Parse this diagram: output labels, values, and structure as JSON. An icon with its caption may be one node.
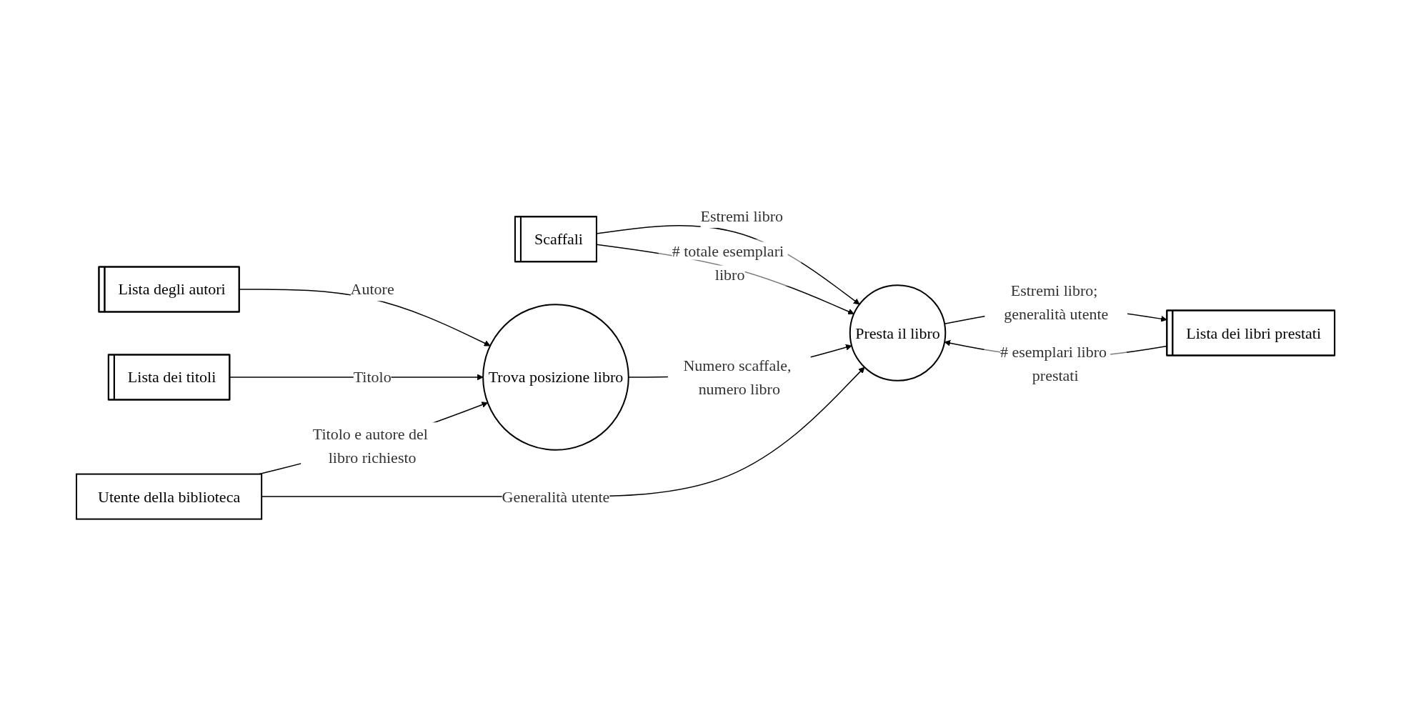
{
  "diagram": {
    "nodes": [
      {
        "text": [
          "Scaffali"
        ]
      },
      {
        "text": [
          "Presta il libro"
        ]
      },
      {
        "text": [
          "Lista dei libri prestati"
        ]
      },
      {
        "text": [
          "Lista degli autori"
        ]
      },
      {
        "text": [
          "Trova posizione libro"
        ]
      },
      {
        "text": [
          "Lista dei titoli"
        ]
      },
      {
        "text": [
          "Utente della biblioteca"
        ]
      }
    ],
    "edges": [
      {
        "from": 0,
        "to": 1,
        "arrow": "to",
        "label": "Estremi libro"
      },
      {
        "from": 0,
        "to": 1,
        "arrow": "to",
        "label": "# totale esemplari libro"
      },
      {
        "from": 1,
        "to": 2,
        "arrow": "to",
        "label": "Estremi libro; generalità utente"
      },
      {
        "from": 2,
        "to": 1,
        "arrow": "to",
        "label": "# esemplari libro prestati"
      },
      {
        "from": 4,
        "to": 1,
        "arrow": "to",
        "label": "Numero scaffale, numero libro"
      },
      {
        "from": 6,
        "to": 1,
        "arrow": "to",
        "label": "Generalità utente"
      },
      {
        "from": 3,
        "to": 4,
        "arrow": "to",
        "label": "Autore"
      },
      {
        "from": 5,
        "to": 4,
        "arrow": "to",
        "label": "Titolo"
      },
      {
        "from": 6,
        "to": 4,
        "arrow": "to",
        "label": "Titolo e autore del libro richiesto"
      }
    ]
  }
}
